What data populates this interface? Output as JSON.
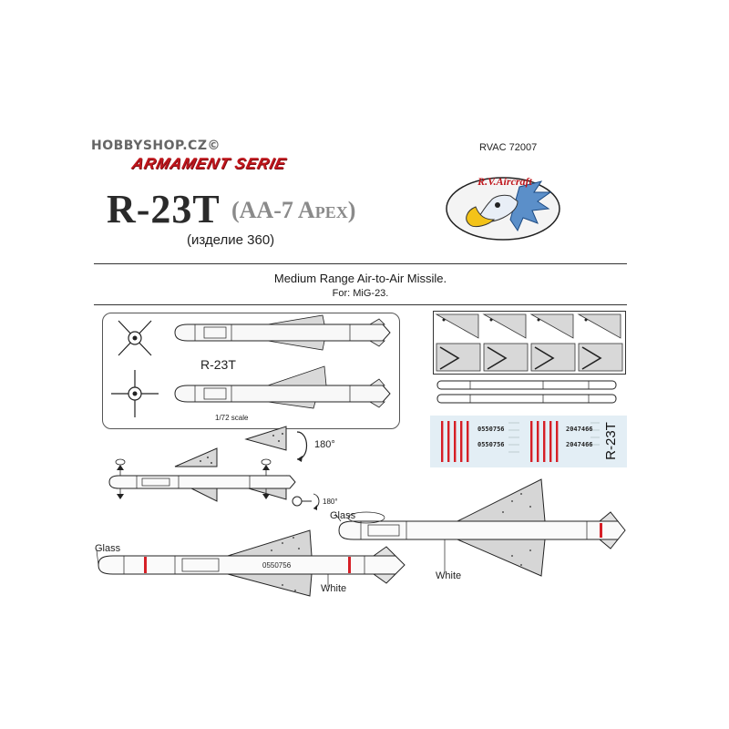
{
  "header": {
    "watermark": "HOBBYSHOP.CZ©",
    "catalog_no": "RVAC 72007",
    "series": "ARMAMENT SERIE",
    "title": "R-23T",
    "subtitle": "(AA-7 Apex)",
    "designation": "(изделие 360)"
  },
  "logo": {
    "text": "R.V.Aircraft"
  },
  "description": {
    "line1": "Medium Range Air-to-Air Missile.",
    "line2": "For:  MiG-23."
  },
  "panel": {
    "model": "R-23T",
    "scale": "1/72 scale"
  },
  "decals": {
    "code1": "0550756",
    "code2": "2047466",
    "name": "R-23T"
  },
  "details": {
    "rotate_big": "180°",
    "rotate_small": "180°"
  },
  "callouts": {
    "glass_left": "Glass",
    "glass_right": "Glass",
    "white_left": "White",
    "white_right": "White",
    "stencil": "0550756"
  },
  "colors": {
    "red": "#d61f26",
    "decal_bg": "#e3eef5",
    "line": "#333333",
    "logo_blue": "#5b8fc9",
    "logo_yellow": "#f3c318"
  }
}
